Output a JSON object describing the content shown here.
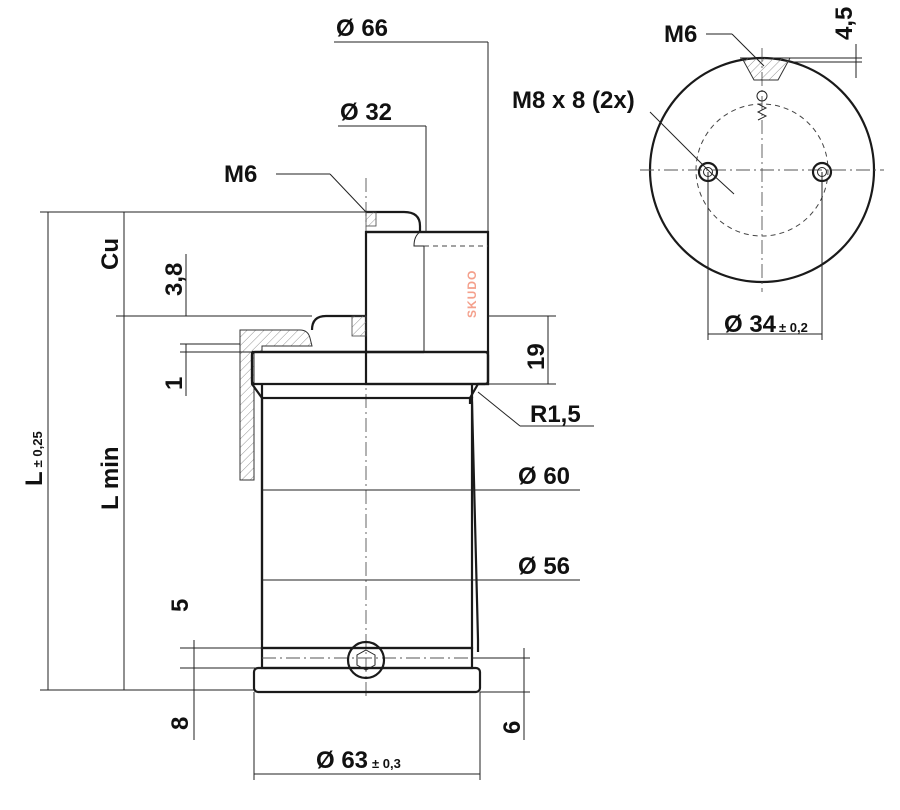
{
  "labels": {
    "d66": "Ø 66",
    "d32": "Ø 32",
    "m6_left": "M6",
    "cu": "Cu",
    "dim_3_8": "3,8",
    "dim_1": "1",
    "dim_19": "19",
    "r1_5": "R1,5",
    "l_tol_main": "L",
    "l_tol_suffix": "± 0,25",
    "l_min": "L min",
    "d60": "Ø 60",
    "d56": "Ø 56",
    "dim_5": "5",
    "dim_8": "8",
    "dim_6": "6",
    "d63_main": "Ø 63",
    "d63_tol": "± 0,3",
    "m6_right": "M6",
    "dim_4_5": "4,5",
    "m8x8": "M8 x 8 (2x)",
    "d34_main": "Ø 34",
    "d34_tol": "± 0,2",
    "brand": "SKUDO"
  },
  "colors": {
    "line": "#1a1a1a",
    "brand": "#f4a08c",
    "background": "#ffffff"
  }
}
